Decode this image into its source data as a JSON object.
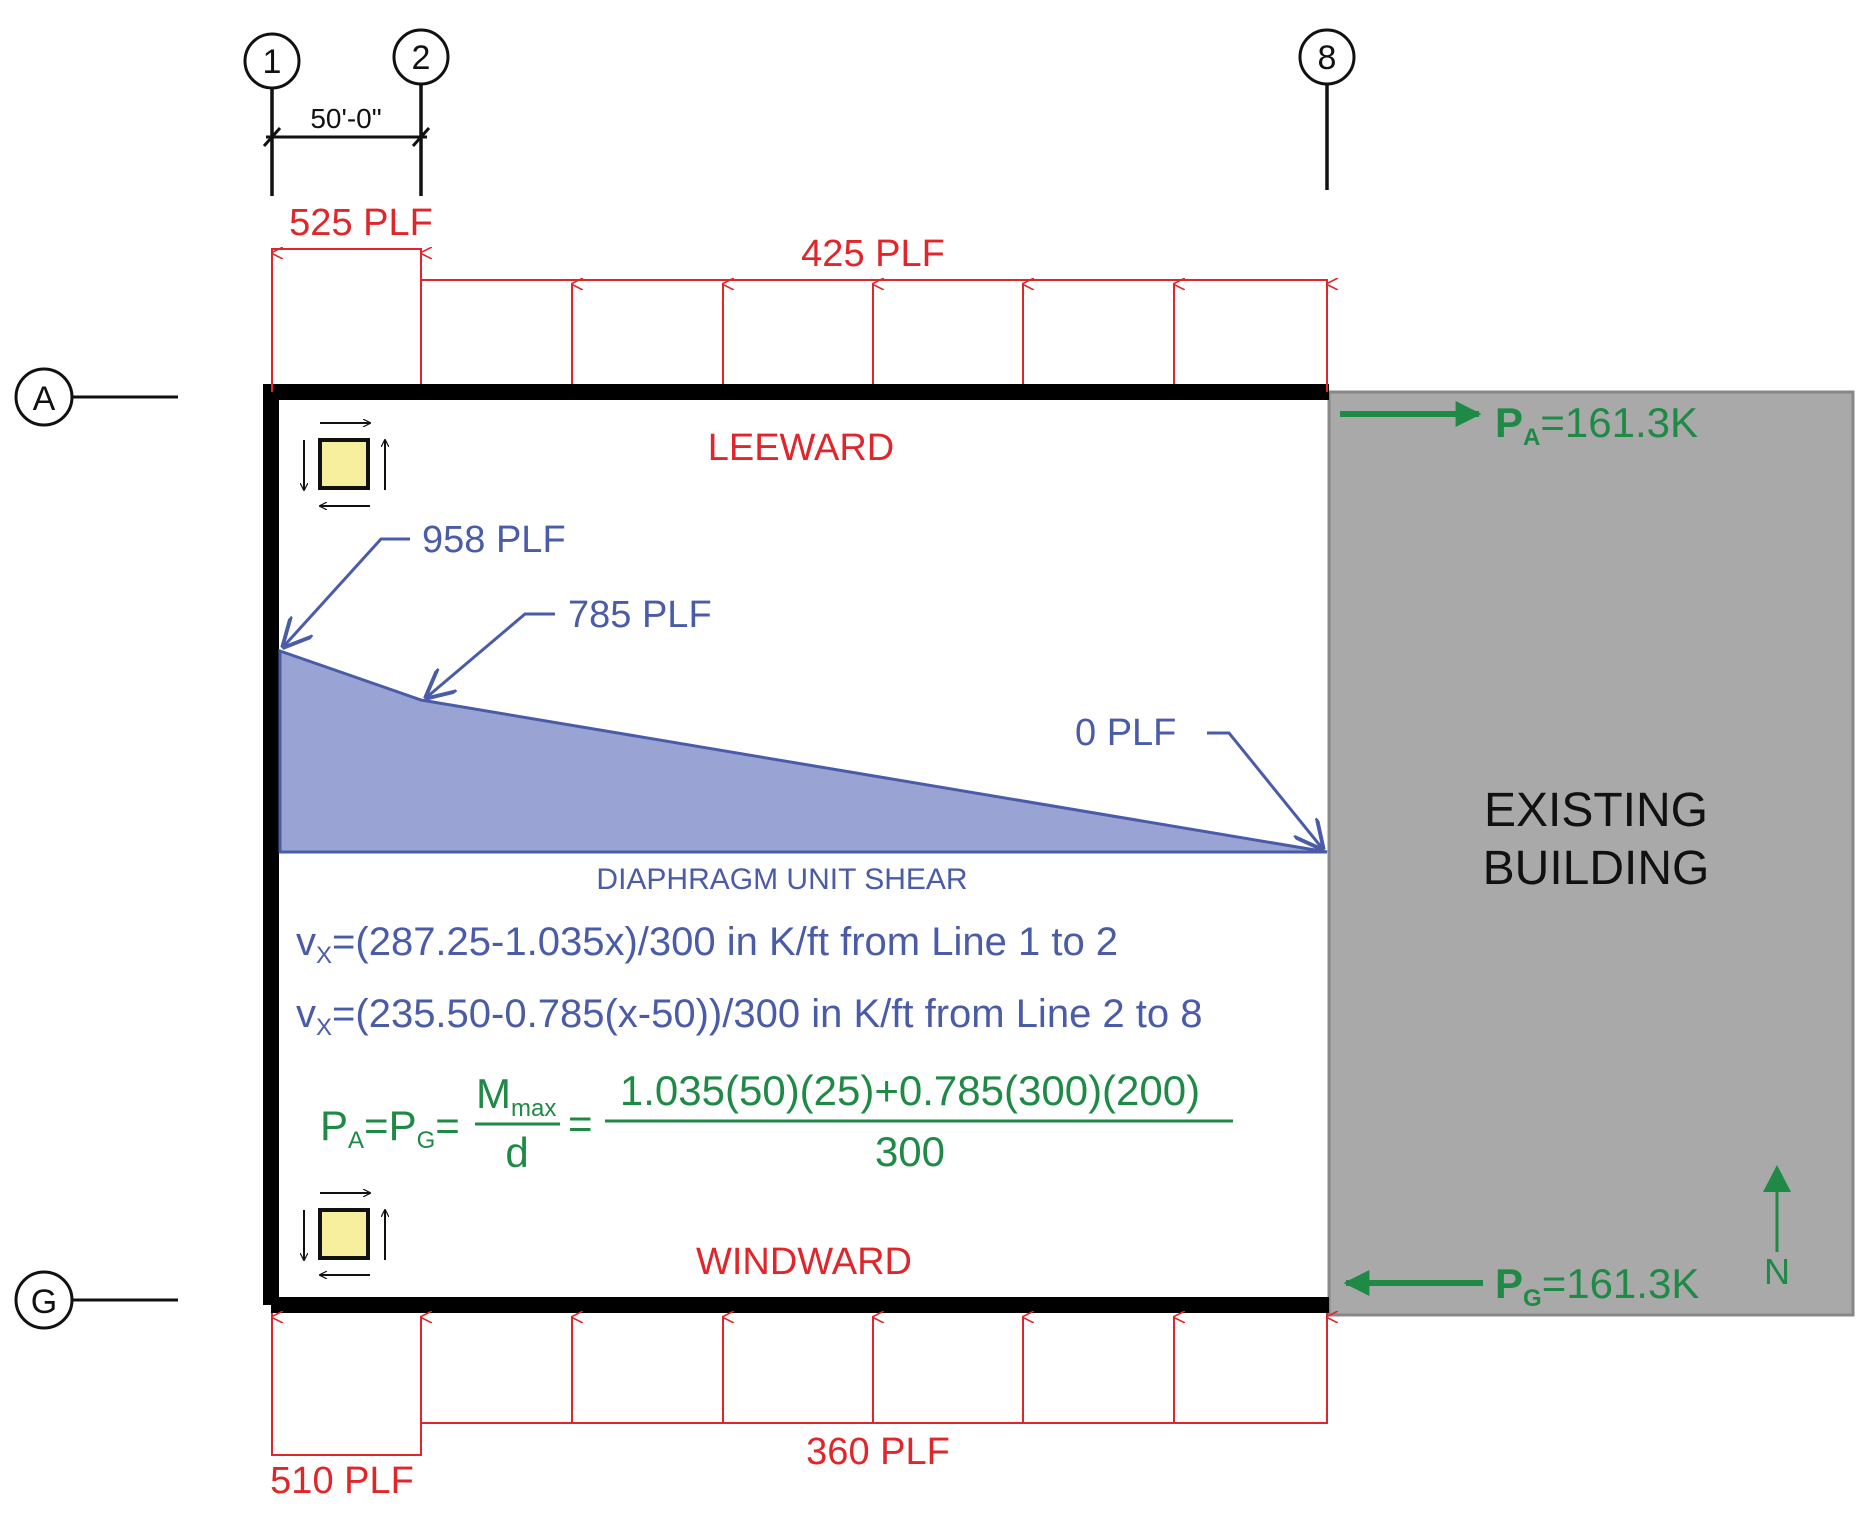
{
  "grid": {
    "columns": [
      "1",
      "2",
      "8"
    ],
    "rows": [
      "A",
      "G"
    ],
    "bay_dimension": "50'-0\""
  },
  "loads": {
    "top_left": "525 PLF",
    "top_right": "425 PLF",
    "bottom_left": "510 PLF",
    "bottom_right": "360 PLF"
  },
  "labels": {
    "leeward": "LEEWARD",
    "windward": "WINDWARD",
    "existing_line1": "EXISTING",
    "existing_line2": "BUILDING",
    "north": "N"
  },
  "shear": {
    "v958": "958 PLF",
    "v785": "785 PLF",
    "v0": "0 PLF",
    "title": "DIAPHRAGM UNIT SHEAR",
    "values_plf": [
      958,
      785,
      0
    ]
  },
  "equations": {
    "v": "v",
    "x_sub": "X",
    "eq1": "=(287.25-1.035x)/300 in K/ft from Line 1 to 2",
    "eq2": "=(235.50-0.785(x-50))/300 in K/ft from Line 2 to 8",
    "p": "P",
    "a_sub": "A",
    "g_sub": "G",
    "eq_sign": "=",
    "m": "M",
    "max_sub": "max",
    "d": "d",
    "numerator": "1.035(50)(25)+0.785(300)(200)",
    "denominator": "300"
  },
  "reactions": {
    "p": "P",
    "a_sub": "A",
    "g_sub": "G",
    "value": "=161.3K"
  },
  "colors": {
    "load": "#e0262a",
    "shear": "#4a5ba8",
    "shear_fill": "#9aa4d4",
    "reaction": "#1e8a45",
    "existing_building": "#a9a9a9",
    "element_fill": "#f6ef9e"
  }
}
